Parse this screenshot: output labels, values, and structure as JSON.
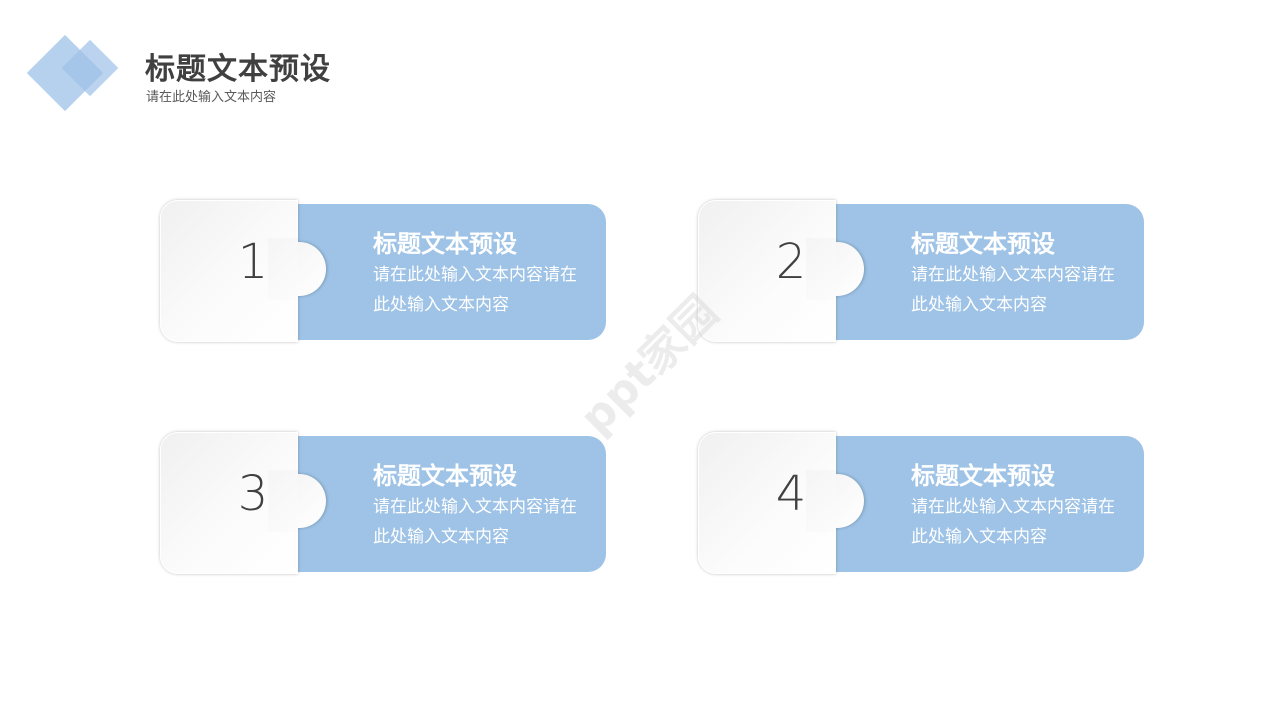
{
  "header": {
    "title": "标题文本预设",
    "subtitle": "请在此处输入文本内容"
  },
  "cards": [
    {
      "number": "1",
      "title": "标题文本预设",
      "desc": "请在此处输入文本内容请在此处输入文本内容"
    },
    {
      "number": "2",
      "title": "标题文本预设",
      "desc": "请在此处输入文本内容请在此处输入文本内容"
    },
    {
      "number": "3",
      "title": "标题文本预设",
      "desc": "请在此处输入文本内容请在此处输入文本内容"
    },
    {
      "number": "4",
      "title": "标题文本预设",
      "desc": "请在此处输入文本内容请在此处输入文本内容"
    }
  ],
  "watermark": "ppt家园",
  "colors": {
    "accent": "#9ec3e6",
    "title_text": "#404040"
  }
}
